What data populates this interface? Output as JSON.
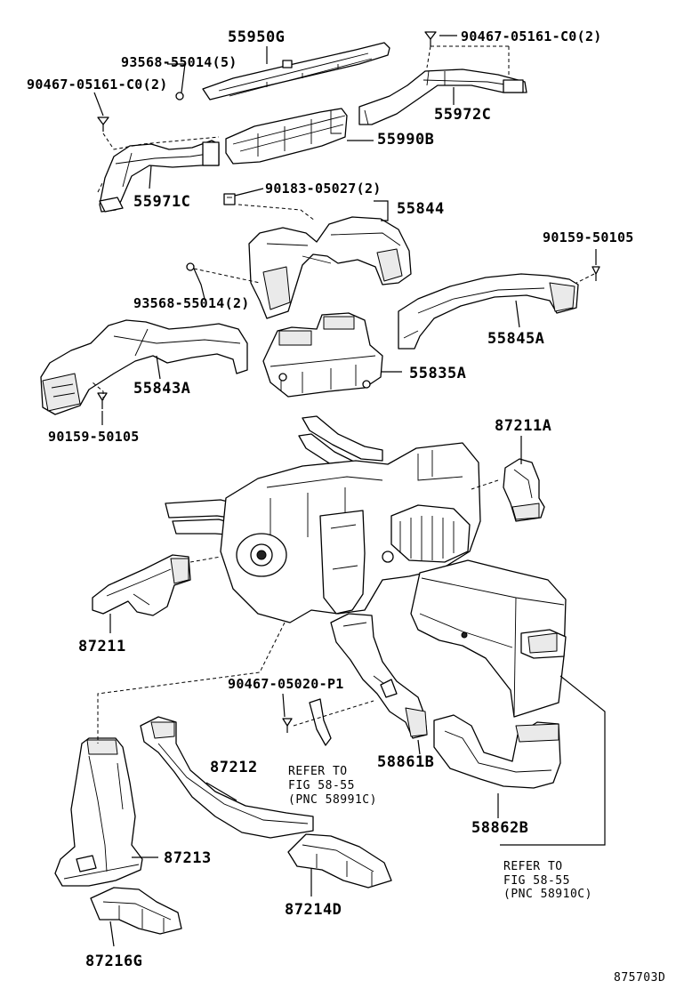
{
  "diagram_id": "875703D",
  "labels": {
    "p55950G": "55950G",
    "p93568_top": "93568-55014(5)",
    "p90467_left": "90467-05161-C0(2)",
    "p90467_right": "90467-05161-C0(2)",
    "p55972C": "55972C",
    "p55990B": "55990B",
    "p55971C": "55971C",
    "p90183": "90183-05027(2)",
    "p55844": "55844",
    "p90159_right": "90159-50105",
    "p93568_mid": "93568-55014(2)",
    "p55845A": "55845A",
    "p55843A": "55843A",
    "p55835A": "55835A",
    "p90159_left": "90159-50105",
    "p87211A": "87211A",
    "p87211": "87211",
    "p90467_05020": "90467-05020-P1",
    "p58861B": "58861B",
    "p87212": "87212",
    "p58862B": "58862B",
    "p87213": "87213",
    "p87214D": "87214D",
    "p87216G": "87216G"
  },
  "references": {
    "ref1_line1": "REFER TO",
    "ref1_line2": "FIG 58-55",
    "ref1_line3": "(PNC 58991C)",
    "ref2_line1": "REFER TO",
    "ref2_line2": "FIG 58-55",
    "ref2_line3": "(PNC 58910C)"
  }
}
